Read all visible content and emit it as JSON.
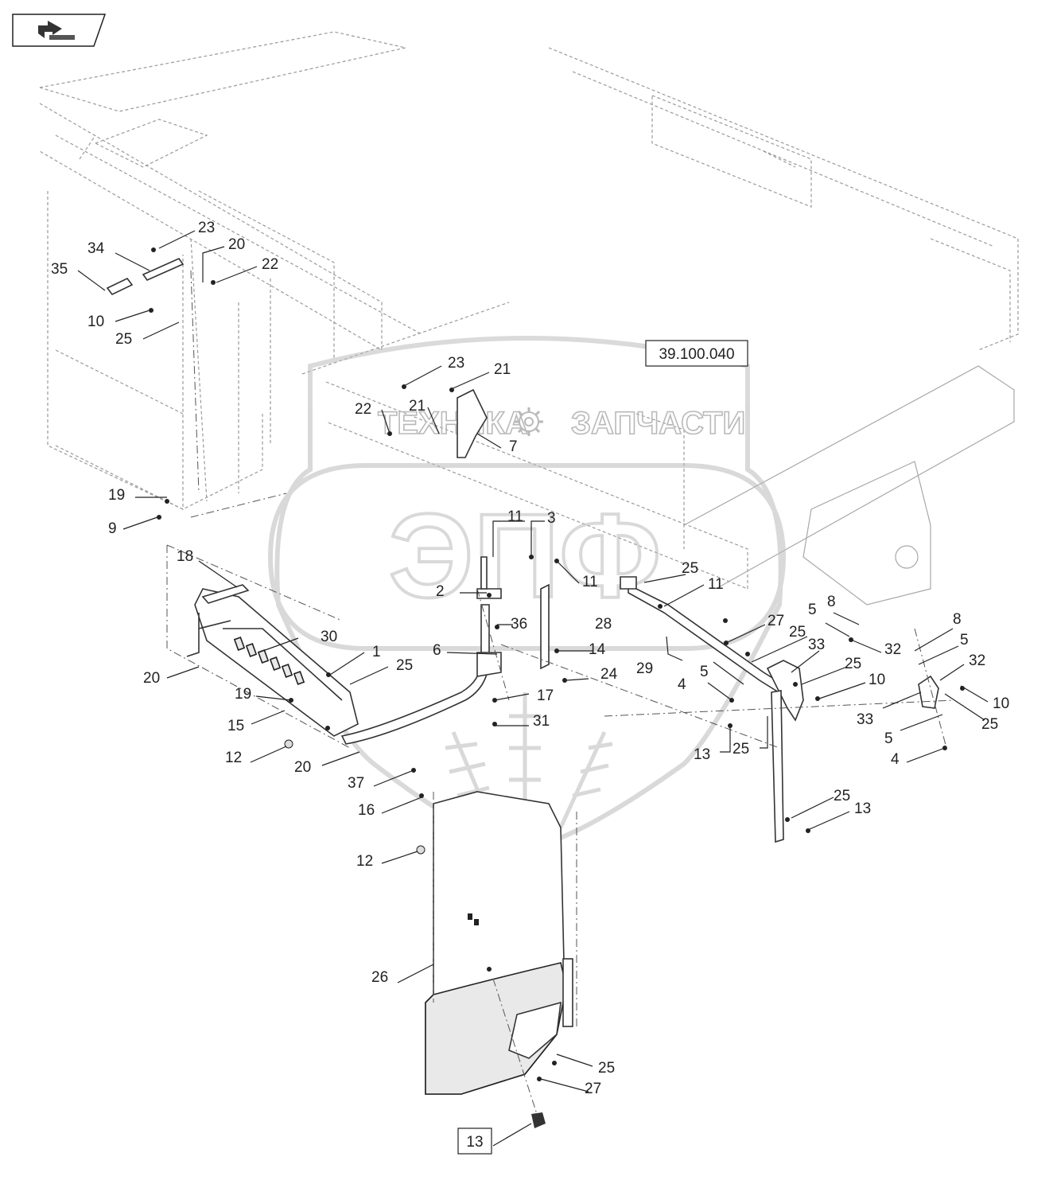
{
  "nav": {
    "back_icon": "back-arrow-icon"
  },
  "reference_box": {
    "label": "39.100.040"
  },
  "bottom_box": {
    "label": "13"
  },
  "watermark": {
    "left_text": "ТЕХНИКА",
    "right_text": "ЗАПЧАСТИ",
    "logo_text": "ЭПФ",
    "gear_icon": "gear-icon",
    "wheat_icon": "wheat-icon"
  },
  "callouts": [
    "34",
    "35",
    "23",
    "20",
    "22",
    "10",
    "25",
    "23",
    "21",
    "22",
    "21",
    "7",
    "19",
    "9",
    "18",
    "11",
    "3",
    "2",
    "11",
    "36",
    "28",
    "6",
    "14",
    "24",
    "30",
    "1",
    "25",
    "20",
    "19",
    "15",
    "12",
    "20",
    "17",
    "31",
    "37",
    "16",
    "12",
    "26",
    "25",
    "27",
    "25",
    "11",
    "27",
    "8",
    "5",
    "32",
    "8",
    "5",
    "32",
    "29",
    "25",
    "33",
    "25",
    "10",
    "4",
    "5",
    "10",
    "33",
    "25",
    "5",
    "4",
    "13",
    "25",
    "25",
    "13"
  ]
}
